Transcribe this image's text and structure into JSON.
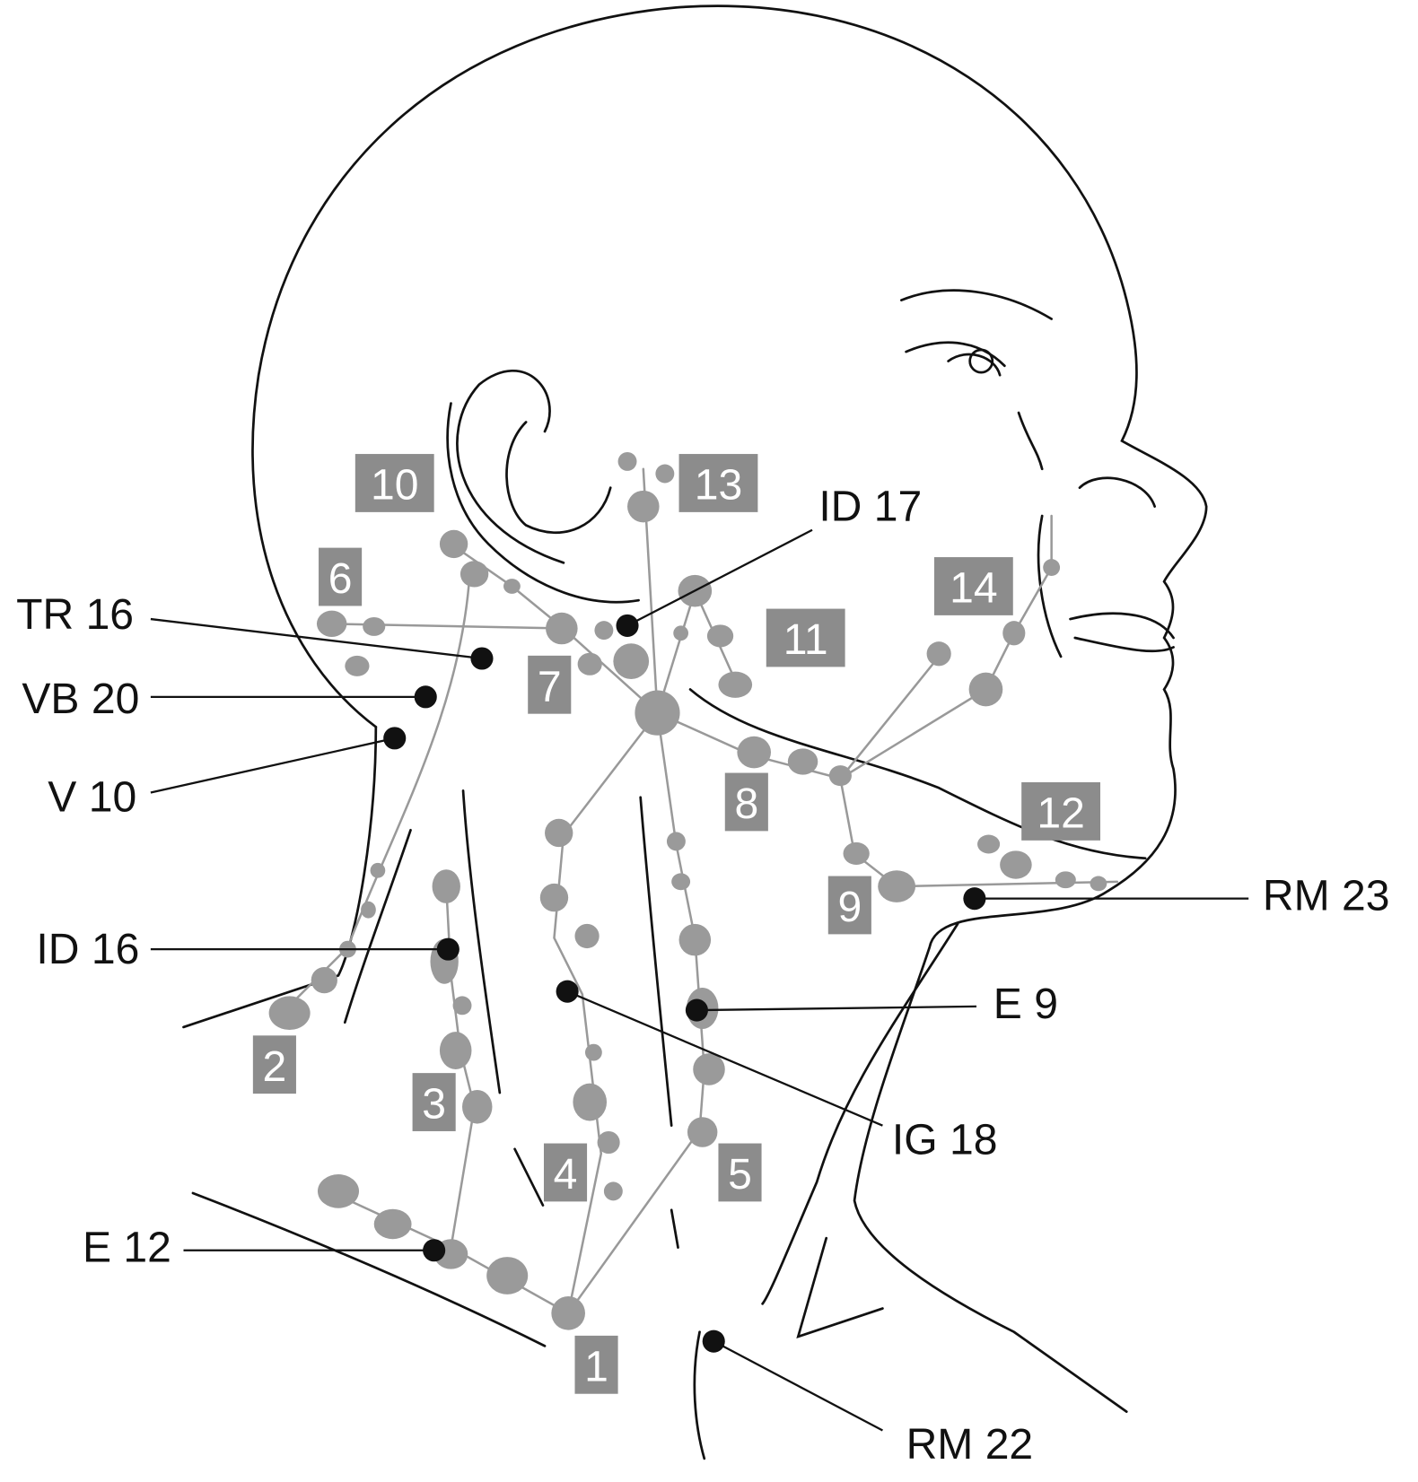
{
  "colors": {
    "node": "#9a9a9a",
    "label_box": "#8c8c8c",
    "point": "#111111",
    "outline": "#111111"
  },
  "lymph_node_groups": [
    {
      "label": "1"
    },
    {
      "label": "2"
    },
    {
      "label": "3"
    },
    {
      "label": "4"
    },
    {
      "label": "5"
    },
    {
      "label": "6"
    },
    {
      "label": "7"
    },
    {
      "label": "8"
    },
    {
      "label": "9"
    },
    {
      "label": "10"
    },
    {
      "label": "11"
    },
    {
      "label": "12"
    },
    {
      "label": "13"
    },
    {
      "label": "14"
    }
  ],
  "acupoints": [
    {
      "label": "ID 17"
    },
    {
      "label": "TR 16"
    },
    {
      "label": "VB 20"
    },
    {
      "label": "V 10"
    },
    {
      "label": "ID 16"
    },
    {
      "label": "E 12"
    },
    {
      "label": "RM 23"
    },
    {
      "label": "E 9"
    },
    {
      "label": "IG 18"
    },
    {
      "label": "RM 22"
    }
  ]
}
